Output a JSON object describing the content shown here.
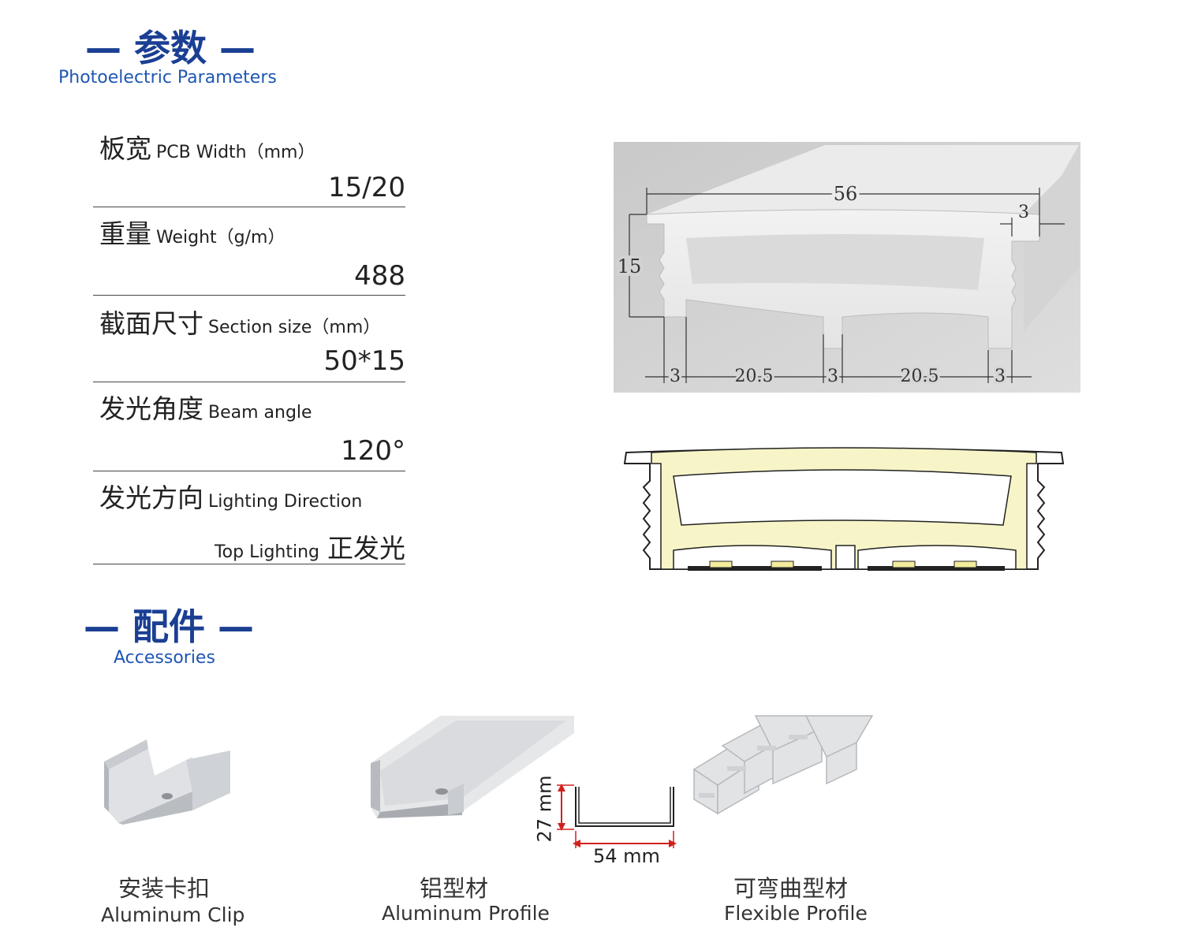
{
  "params_section": {
    "title_cn": "参数",
    "dash": "—",
    "subtitle_en": "Photoelectric Parameters"
  },
  "params": [
    {
      "label_cn": "板宽",
      "label_en": "PCB Width（mm）",
      "value": "15/20"
    },
    {
      "label_cn": "重量",
      "label_en": "Weight（g/m）",
      "value": "488"
    },
    {
      "label_cn": "截面尺寸",
      "label_en": "Section size（mm）",
      "value": "50*15"
    },
    {
      "label_cn": "发光角度",
      "label_en": "Beam angle",
      "value": "120°"
    },
    {
      "label_cn": "发光方向",
      "label_en": "Lighting Direction",
      "value_en": "Top Lighting",
      "value_cn": "正发光"
    }
  ],
  "profile_dimensions": {
    "width": "56",
    "lip": "3",
    "height": "15",
    "bottom": [
      "3",
      "20.5",
      "3",
      "20.5",
      "3"
    ]
  },
  "accessories_section": {
    "title_cn": "配件",
    "dash": "—",
    "subtitle_en": "Accessories"
  },
  "accessories": [
    {
      "name_cn": "安装卡扣",
      "name_en": "Aluminum Clip"
    },
    {
      "name_cn": "铝型材",
      "name_en": "Aluminum Profile",
      "dim_height": "27 mm",
      "dim_width": "54 mm"
    },
    {
      "name_cn": "可弯曲型材",
      "name_en": "Flexible Profile"
    }
  ],
  "colors": {
    "title_blue": "#1a3f93",
    "subtitle_blue": "#1f56b3",
    "glow_yellow": "#f7f5c8",
    "dim_red": "#d0201d"
  }
}
